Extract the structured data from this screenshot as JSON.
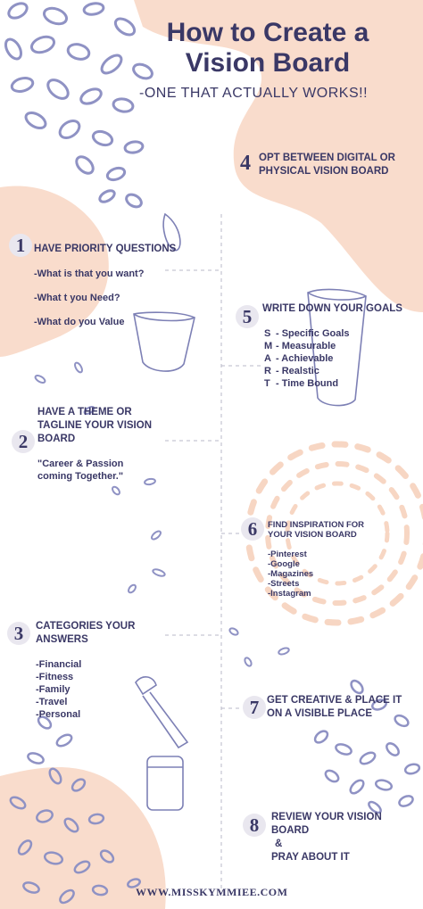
{
  "header": {
    "title_line1": "How to Create a",
    "title_line2": "Vision Board",
    "subtitle": "-ONE THAT ACTUALLY WORKS!!"
  },
  "steps": {
    "s1": {
      "number": "1",
      "heading": "HAVE PRIORITY QUESTIONS",
      "items": [
        "-What is that you want?",
        "-What  t you Need?",
        "-What do you Value"
      ]
    },
    "s2": {
      "number": "2",
      "heading_l1": "HAVE A THEME OR",
      "heading_l2": "TAGLINE YOUR VISION",
      "heading_l3": "BOARD",
      "quote_l1": "\"Career & Passion",
      "quote_l2": "coming Together.\""
    },
    "s3": {
      "number": "3",
      "heading_l1": "CATEGORIES YOUR",
      "heading_l2": "ANSWERS",
      "items": [
        "-Financial",
        "-Fitness",
        "-Family",
        "-Travel",
        "-Personal"
      ]
    },
    "s4": {
      "number": "4",
      "heading_l1": "OPT BETWEEN DIGITAL OR",
      "heading_l2": "PHYSICAL VISION BOARD"
    },
    "s5": {
      "number": "5",
      "heading": "WRITE DOWN YOUR GOALS",
      "smart": [
        {
          "letter": "S",
          "text": "- Specific Goals"
        },
        {
          "letter": "M",
          "text": "- Measurable"
        },
        {
          "letter": "A",
          "text": "- Achievable"
        },
        {
          "letter": "R",
          "text": "- Realstic"
        },
        {
          "letter": "T",
          "text": "- Time Bound"
        }
      ]
    },
    "s6": {
      "number": "6",
      "heading_l1": "FIND INSPIRATION FOR",
      "heading_l2": "YOUR VISION BOARD",
      "items": [
        "-Pinterest",
        "-Google",
        "-Magazines",
        "-Streets",
        "-Instagram"
      ]
    },
    "s7": {
      "number": "7",
      "heading_l1": "GET  CREATIVE & PLACE IT",
      "heading_l2": "ON  A VISIBLE PLACE"
    },
    "s8": {
      "number": "8",
      "heading_l1": "REVIEW YOUR VISION",
      "heading_l2": "BOARD",
      "heading_l3": "&",
      "heading_l4": "PRAY ABOUT IT"
    }
  },
  "footer": {
    "website": "WWW.MISSKYMMIEE.COM"
  },
  "colors": {
    "peach": "#f9dccc",
    "petal": "#8f92c4",
    "text": "#3a3866",
    "badge": "#e9e7ef",
    "ring": "#f7d6c3"
  }
}
